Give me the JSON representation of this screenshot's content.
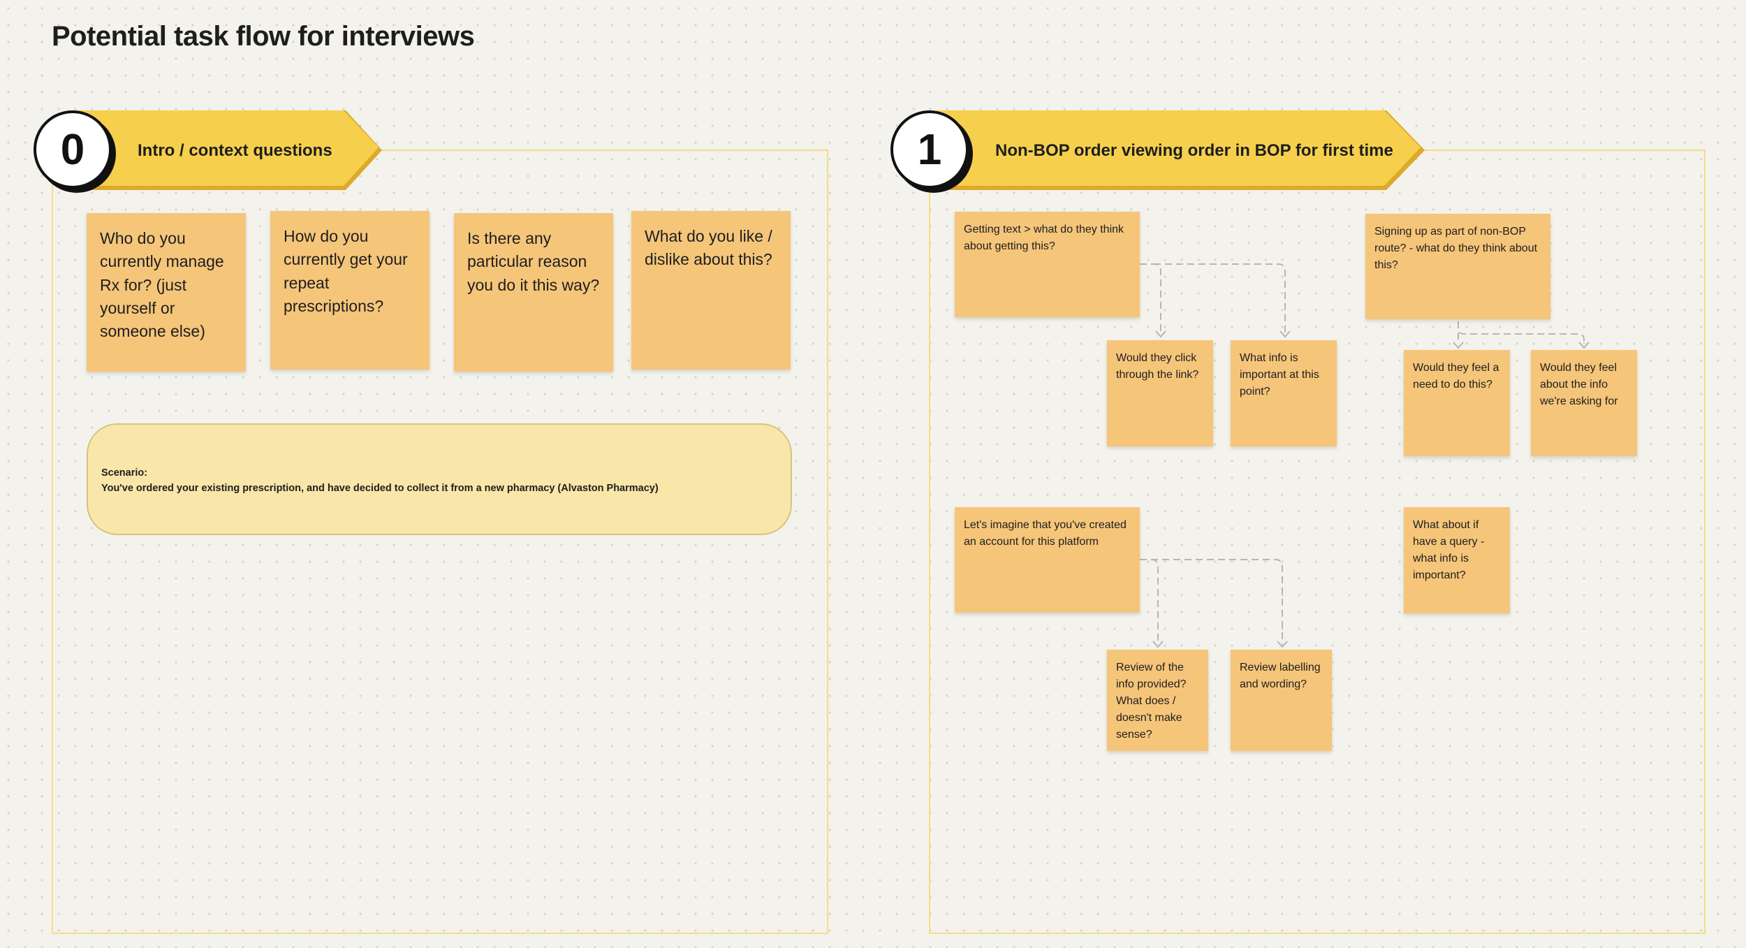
{
  "page": {
    "title": "Potential task flow for interviews"
  },
  "colors": {
    "background": "#f4f2ec",
    "banner": "#f6d04d",
    "sticky": "#f5c57a",
    "scenario": "#f9e6a9",
    "frame": "#f3dc8c"
  },
  "sections": [
    {
      "number": "0",
      "title": "Intro / context questions",
      "stickies": [
        "Who do you currently manage Rx for? (just yourself or someone else)",
        "How do you currently get your repeat prescriptions?",
        "Is there any particular reason you do it this way?",
        "What do you like / dislike about this?"
      ],
      "scenario": {
        "label": "Scenario:",
        "text": "You've ordered your existing prescription, and have decided to collect it from a new pharmacy (Alvaston Pharmacy)"
      }
    },
    {
      "number": "1",
      "title": "Non-BOP order viewing order in BOP for first time",
      "stickies": [
        "Getting text > what do they think about getting this?",
        "Would they click through the link?",
        "What info is important at this point?",
        "Signing up as part of non-BOP route? - what do they think about this?",
        "Would they feel a need to do this?",
        "Would they feel about the info we're asking for",
        "Let's imagine that you've created an account for this platform",
        "What about if have a query - what info is important?",
        "Review of the info provided? What does / doesn't make sense?",
        "Review labelling and wording?"
      ]
    }
  ]
}
